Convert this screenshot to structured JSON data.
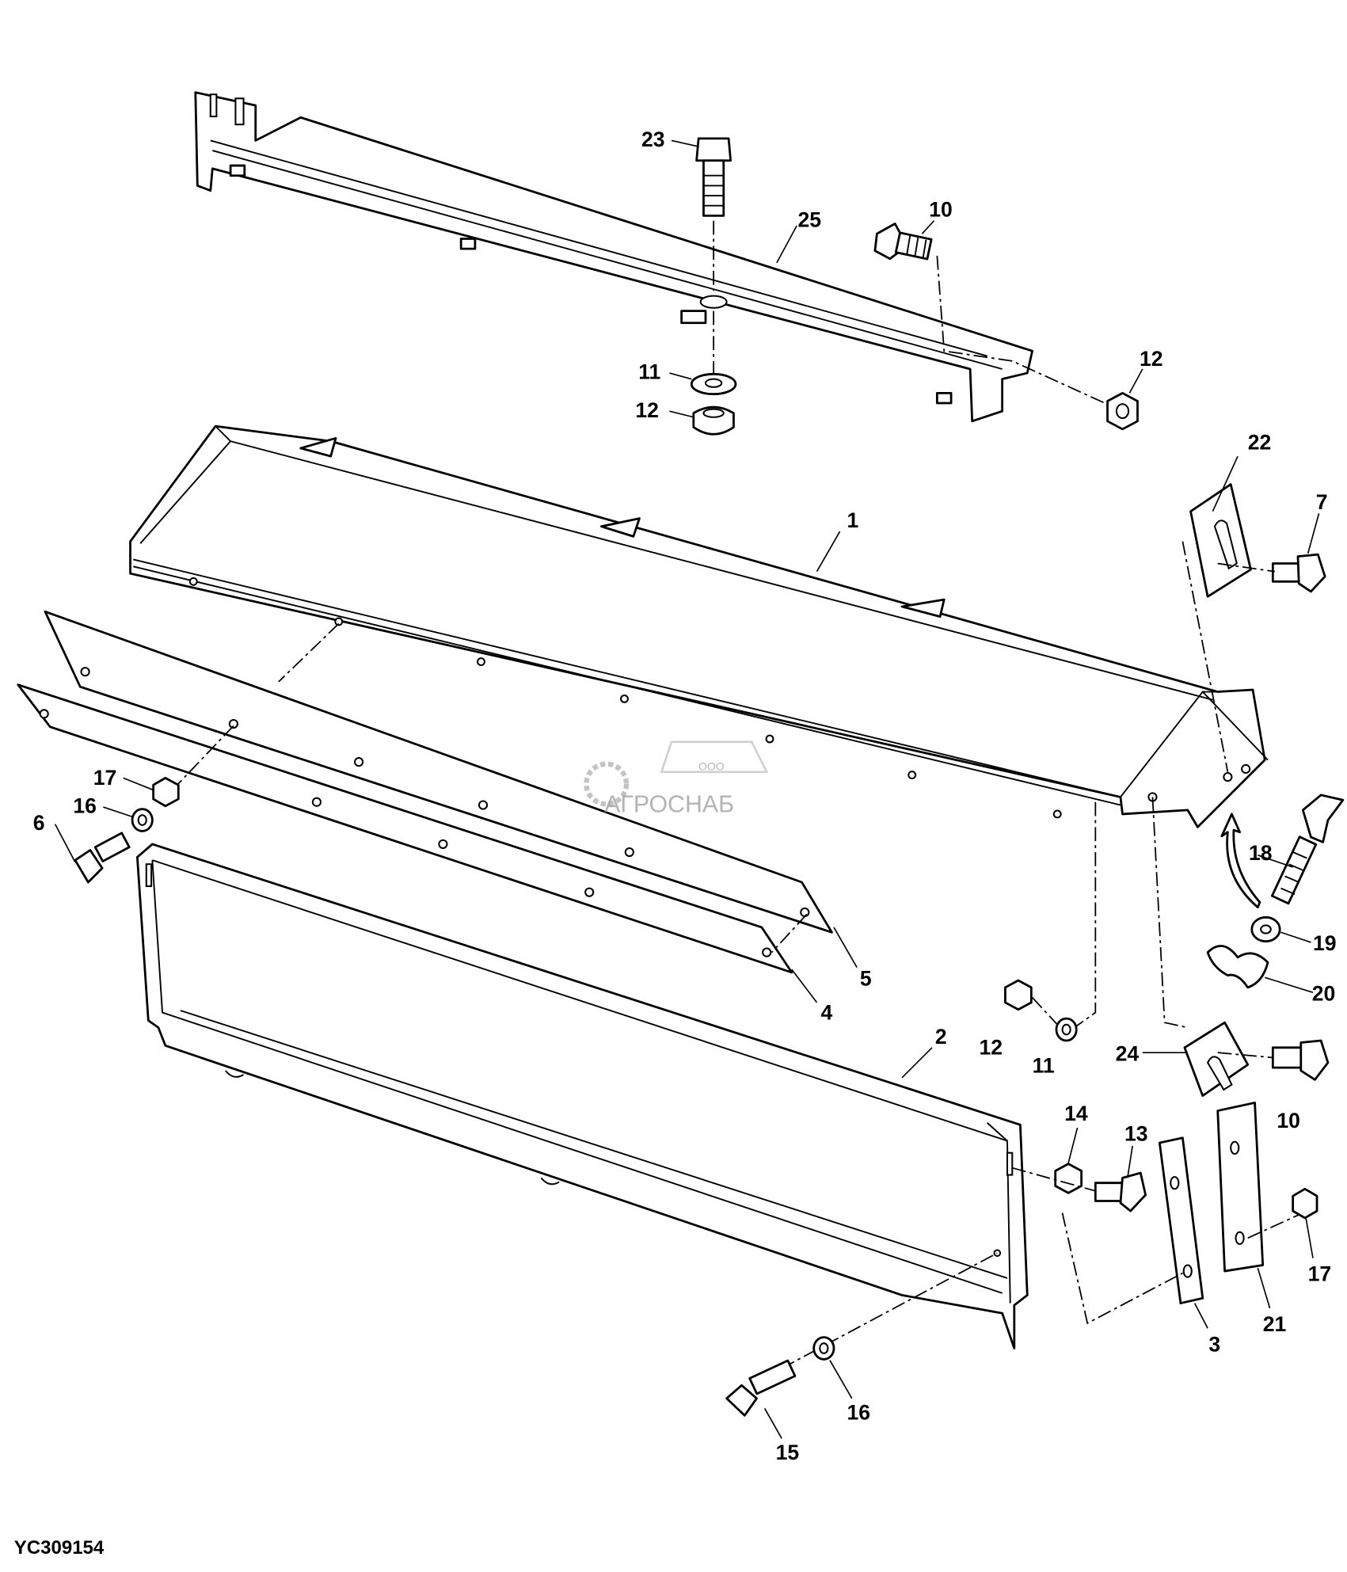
{
  "diagram": {
    "figure_code": "YC309154",
    "watermark": {
      "prefix": "ООО",
      "name": "АГРОСНАБ"
    },
    "callouts": [
      "23",
      "25",
      "10",
      "11",
      "12",
      "12",
      "22",
      "7",
      "1",
      "17",
      "16",
      "6",
      "5",
      "4",
      "18",
      "19",
      "20",
      "12",
      "11",
      "2",
      "24",
      "10",
      "14",
      "13",
      "17",
      "21",
      "3",
      "16",
      "15"
    ]
  }
}
